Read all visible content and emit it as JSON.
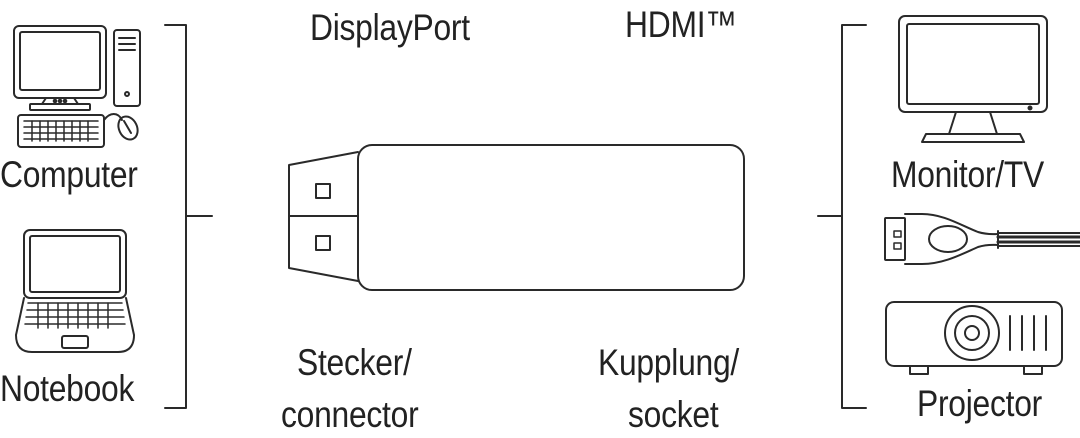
{
  "header": {
    "left_label": "DisplayPort",
    "right_label": "HDMI™"
  },
  "sources": {
    "computer_label": "Computer",
    "notebook_label": "Notebook"
  },
  "outputs": {
    "monitor_label": "Monitor/TV",
    "projector_label": "Projector"
  },
  "adapter": {
    "plug_label_line1": "Stecker/",
    "plug_label_line2": "connector",
    "socket_label_line1": "Kupplung/",
    "socket_label_line2": "socket"
  },
  "colors": {
    "line": "#2a2a2a",
    "text": "#222222",
    "background": "#ffffff"
  }
}
